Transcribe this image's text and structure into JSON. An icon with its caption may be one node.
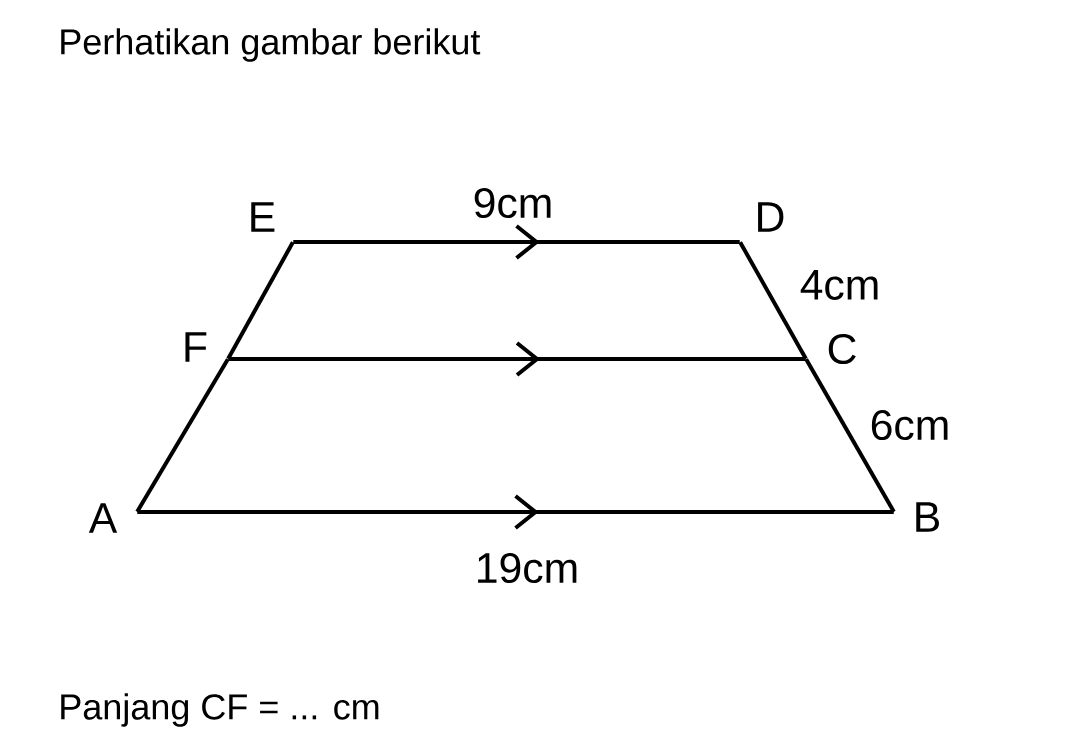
{
  "diagram": {
    "title": "Perhatikan gambar berikut",
    "caption": "Panjang CF = ... cm",
    "nodes": [
      {
        "text": [],
        "shape": "point",
        "beside": [
          "E"
        ]
      },
      {
        "text": [],
        "shape": "point",
        "beside": [
          "D"
        ]
      },
      {
        "text": [],
        "shape": "point",
        "beside": [
          "F"
        ]
      },
      {
        "text": [],
        "shape": "point",
        "beside": [
          "C"
        ]
      },
      {
        "text": [],
        "shape": "point",
        "beside": [
          "A"
        ]
      },
      {
        "text": [],
        "shape": "point",
        "beside": [
          "B"
        ]
      }
    ],
    "edges": [
      {
        "from": 0,
        "to": 1,
        "arrow": "to",
        "label": "9cm"
      },
      {
        "from": 1,
        "to": 3,
        "arrow": "none",
        "label": "4cm"
      },
      {
        "from": 3,
        "to": 5,
        "arrow": "none",
        "label": "6cm"
      },
      {
        "from": 0,
        "to": 2,
        "arrow": "none"
      },
      {
        "from": 2,
        "to": 4,
        "arrow": "none"
      },
      {
        "from": 2,
        "to": 3,
        "arrow": "to"
      },
      {
        "from": 4,
        "to": 5,
        "arrow": "to",
        "label": "19cm"
      }
    ]
  }
}
